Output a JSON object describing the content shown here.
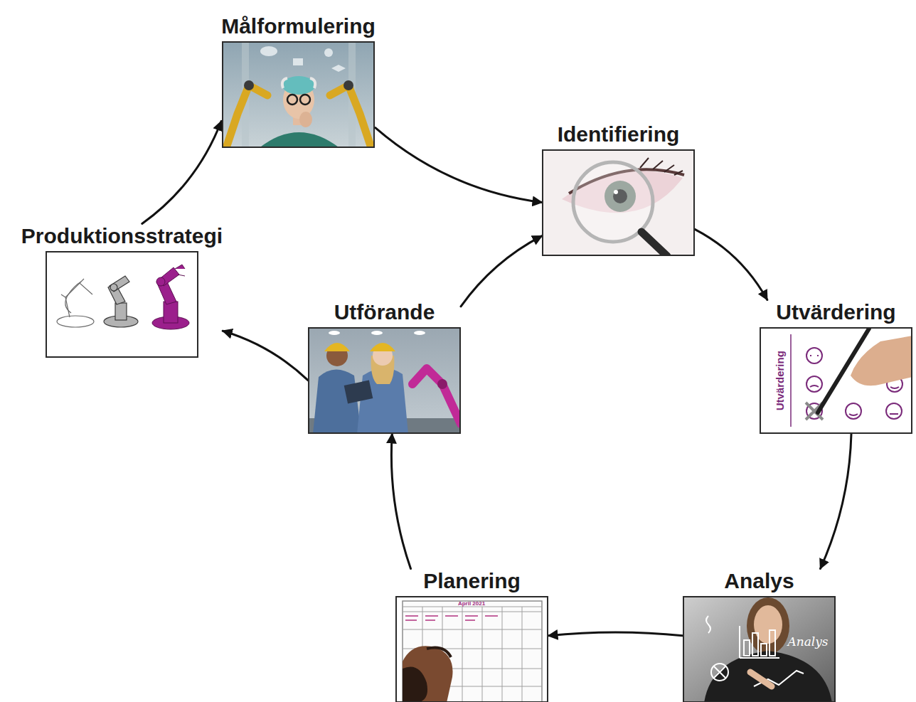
{
  "diagram": {
    "nodes": [
      {
        "text": [
          "Målformulering"
        ]
      },
      {
        "text": [
          "Identifiering"
        ]
      },
      {
        "text": [
          "Utvärdering"
        ]
      },
      {
        "text": [
          "Analys"
        ]
      },
      {
        "text": [
          "Planering"
        ]
      },
      {
        "text": [
          "Utförande"
        ]
      },
      {
        "text": [
          "Produktionsstrategi"
        ]
      }
    ],
    "edges": [
      {
        "from": 0,
        "to": 1,
        "arrow": "to"
      },
      {
        "from": 1,
        "to": 2,
        "arrow": "to"
      },
      {
        "from": 2,
        "to": 3,
        "arrow": "to"
      },
      {
        "from": 3,
        "to": 4,
        "arrow": "to"
      },
      {
        "from": 4,
        "to": 5,
        "arrow": "to"
      },
      {
        "from": 5,
        "to": 1,
        "arrow": "to"
      },
      {
        "from": 5,
        "to": 6,
        "arrow": "to"
      },
      {
        "from": 6,
        "to": 0,
        "arrow": "to"
      }
    ],
    "labels": [
      "Utvärdering",
      "Analys",
      "April 2021"
    ]
  }
}
